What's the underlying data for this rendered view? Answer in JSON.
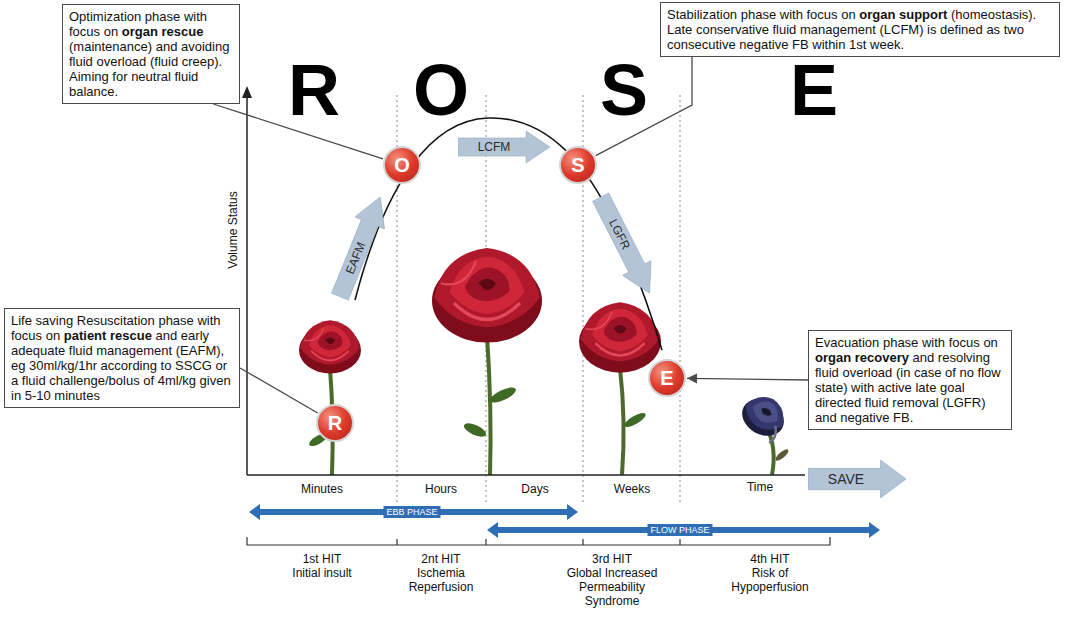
{
  "diagram": {
    "nodes": [
      {
        "text": [
          "Optimization phase with focus on",
          "organ rescue",
          "(maintenance) and avoiding fluid overload (fluid creep). Aiming for neutral fluid balance."
        ]
      },
      {
        "text": [
          "Stabilization phase with focus on",
          "organ support",
          "(homeostasis). Late conservative fluid management (LCFM) is defined as two consecutive negative FB within 1st week."
        ]
      },
      {
        "text": [
          "Life saving Resuscitation phase with focus on",
          "patient rescue",
          "and early adequate fluid management (EAFM), eg 30ml/kg/1hr according to SSCG or a fluid challenge/bolus of 4ml/kg given in 5-10 minutes"
        ]
      },
      {
        "text": [
          "Evacuation phase with focus on",
          "organ recovery",
          "and resolving fluid overload (in case of no flow state) with active late goal directed fluid removal (LGFR) and negative FB."
        ]
      },
      {
        "text": [
          "R"
        ]
      },
      {
        "text": [
          "O"
        ]
      },
      {
        "text": [
          "S"
        ]
      },
      {
        "text": [
          "E"
        ]
      },
      {
        "text": [
          "EAFM"
        ]
      },
      {
        "text": [
          "LCFM"
        ]
      },
      {
        "text": [
          "LGFR"
        ]
      },
      {
        "text": [
          "SAVE"
        ]
      }
    ],
    "edges": [
      {
        "from": 0,
        "to": 5,
        "arrow": "none"
      },
      {
        "from": 1,
        "to": 6,
        "arrow": "none"
      },
      {
        "from": 2,
        "to": 4,
        "arrow": "none"
      },
      {
        "from": 3,
        "to": 7,
        "arrow": "to"
      }
    ],
    "labels": [
      "R",
      "O",
      "S",
      "E",
      "Volume Status",
      "Minutes",
      "Hours",
      "Days",
      "Weeks",
      "Time",
      "EBB PHASE",
      "FLOW PHASE",
      "1st HIT",
      "Initial insult",
      "2nt HIT",
      "Ischemia Reperfusion",
      "3rd HIT",
      "Global Increased Permeability Syndrome",
      "4th HIT",
      "Risk of Hypoperfusion"
    ]
  }
}
